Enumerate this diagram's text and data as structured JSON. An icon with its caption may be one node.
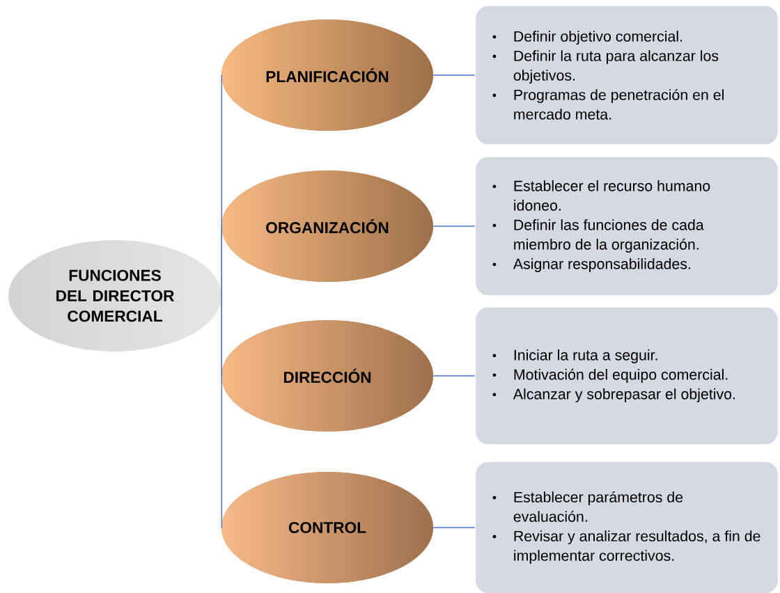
{
  "diagram": {
    "nodes": [
      {
        "text": [
          "FUNCIONES DEL DIRECTOR COMERCIAL"
        ]
      },
      {
        "text": [
          "PLANIFICACIÓN"
        ]
      },
      {
        "text": [
          "Definir objetivo comercial.",
          "Definir la ruta para alcanzar los objetivos.",
          "Programas de penetración en el mercado meta."
        ]
      },
      {
        "text": [
          "ORGANIZACIÓN"
        ]
      },
      {
        "text": [
          "Establecer el recurso humano idoneo.",
          "Definir las funciones de cada miembro de la organización.",
          "Asignar responsabilidades."
        ]
      },
      {
        "text": [
          "DIRECCIÓN"
        ]
      },
      {
        "text": [
          "Iniciar la ruta a seguir.",
          "Motivación del equipo comercial.",
          "Alcanzar y sobrepasar el objetivo."
        ]
      },
      {
        "text": [
          "CONTROL"
        ]
      },
      {
        "text": [
          "Establecer parámetros de evaluación.",
          "Revisar y analizar resultados, a fin de implementar correctivos."
        ]
      }
    ],
    "edges": [
      {
        "from": 0,
        "to": 1,
        "arrow": "none"
      },
      {
        "from": 0,
        "to": 3,
        "arrow": "none"
      },
      {
        "from": 0,
        "to": 5,
        "arrow": "none"
      },
      {
        "from": 0,
        "to": 7,
        "arrow": "none"
      },
      {
        "from": 1,
        "to": 2,
        "arrow": "none"
      },
      {
        "from": 3,
        "to": 4,
        "arrow": "none"
      },
      {
        "from": 5,
        "to": 6,
        "arrow": "none"
      },
      {
        "from": 7,
        "to": 8,
        "arrow": "none"
      }
    ]
  }
}
